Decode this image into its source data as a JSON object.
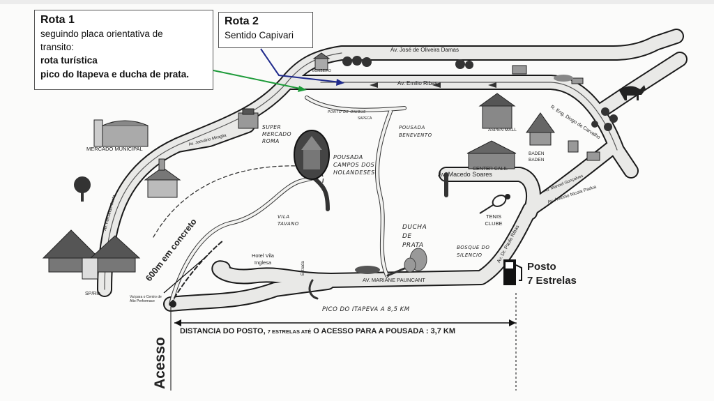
{
  "route1": {
    "title": "Rota 1",
    "line1": "seguindo placa orientativa de",
    "line2": "transito:",
    "line3": "rota turística",
    "line4": "pico do Itapeva e ducha de prata."
  },
  "route2": {
    "title": "Rota 2",
    "line1": "Sentido Capivari"
  },
  "roads": {
    "jose_oliveira_damas": "Av. José de Oliveira Damas",
    "emilio_ribas": "Av. Emilio Ribas",
    "macedo_soares": "Av. Macedo Soares",
    "diogo_carvalho": "R. Eng. Diogo de Carvalho",
    "mariane_pauncant": "AV. MARIANE PAUNCANT",
    "paulo_ribas": "Av. Dr. Paulo Ribas",
    "antonio_nicola_padua": "Av. Antonio Nicola Padua",
    "manoel_goncalves": "Av. Manoel Gonçalves",
    "fernando_costa": "Av. Fernando Costa",
    "januario_miraglia": "Av. Januário Miraglia"
  },
  "places": {
    "mercado": "MERCADO MUNICIPAL",
    "supermercado": "SUPER MERCADO ROMA",
    "pousada_holandeses": "POUSADA CAMPOS DOS HOLANDESES",
    "pousada_benevento": "POUSADA BENEVENTO",
    "vila_tavano": "VILA TAVANO",
    "hotel_vila_inglesa": "Hotel Vila Inglesa",
    "estrada": "Estrada",
    "ducha_prata": "DUCHA DE PRATA",
    "bosque_silencio": "BOSQUE DO SILENCIO",
    "tenis_clube": "TENIS CLUBE",
    "center_calil": "CENTER CALIL",
    "baden_baden": "BADEN BADEN",
    "aspen_mall": "ASPEN MALL",
    "bombeiro": "BOMBEIRO",
    "sapeca": "SAPECA",
    "sp_rio": "SP/Rio",
    "vai_para": "Vai para o Centro de Alto Performace",
    "pico_itapeva": "PICO DO ITAPEVA A 8,5 KM",
    "concreto": "600m em concreto",
    "ponto_de_onibus": "PONTO DE ONIBUS"
  },
  "posto": {
    "line1": "Posto",
    "line2": "7 Estrelas"
  },
  "acesso": "Acesso",
  "distance": {
    "part1": "DISTANCIA DO POSTO,",
    "part2": "7 ESTRELAS ATÉ",
    "part3": "O ACESSO PARA A POUSADA : 3,7 KM"
  },
  "colors": {
    "road_fill": "#e9e9e7",
    "road_edge": "#1a1a1a",
    "route1_arrow": "#1e9b3a",
    "route2_arrow": "#1f2a8c"
  }
}
